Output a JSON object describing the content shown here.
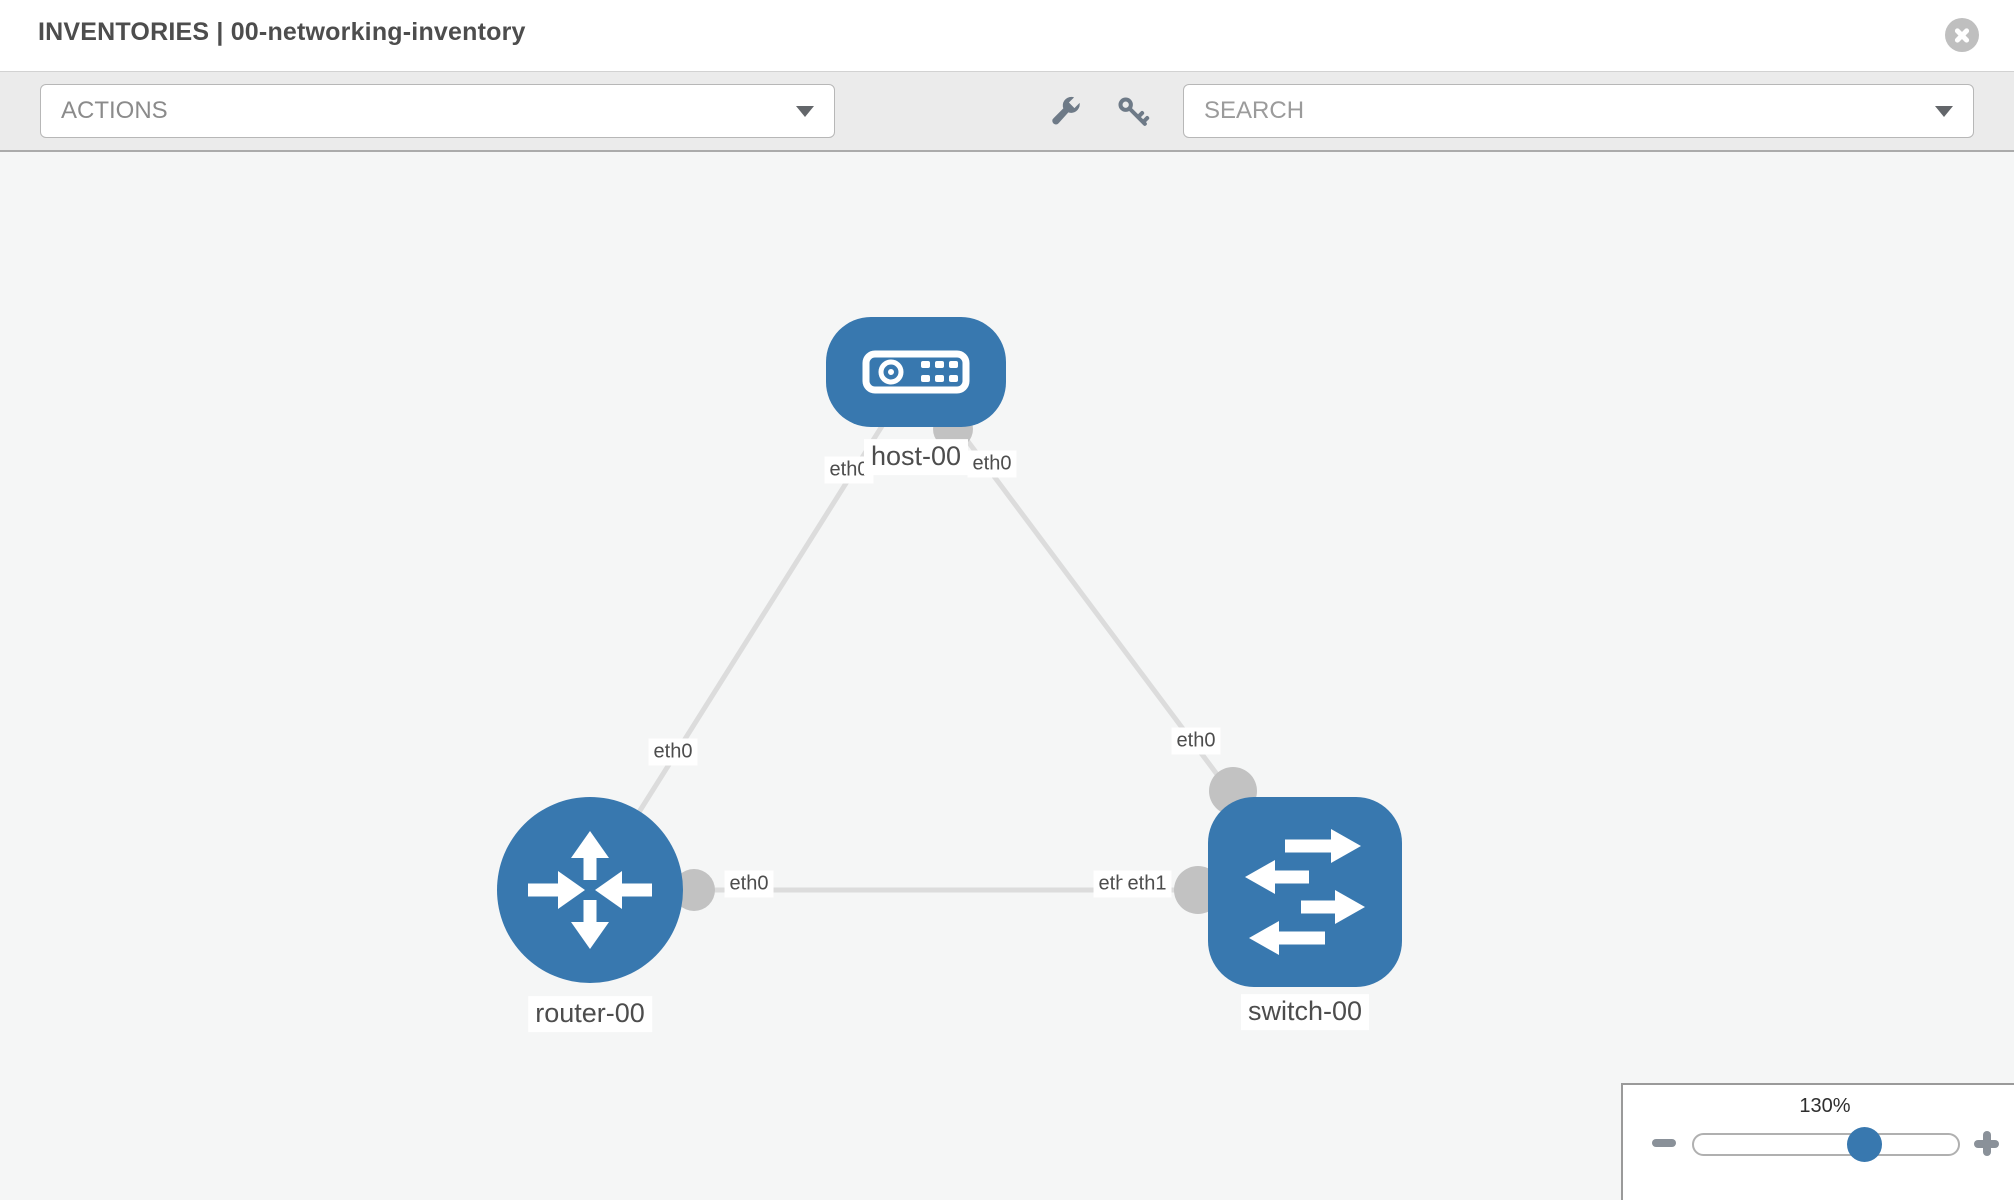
{
  "header": {
    "title": "INVENTORIES | 00-networking-inventory"
  },
  "toolbar": {
    "actions_label": "ACTIONS",
    "search_placeholder": "SEARCH"
  },
  "topology": {
    "nodes": [
      {
        "label": "host-00",
        "type": "host"
      },
      {
        "label": "router-00",
        "type": "router"
      },
      {
        "label": "switch-00",
        "type": "switch"
      }
    ],
    "links": [
      {
        "from": "host-00",
        "to": "router-00",
        "from_interface": "eth0",
        "to_interface": "eth0"
      },
      {
        "from": "host-00",
        "to": "switch-00",
        "from_interface": "eth0",
        "to_interface": "eth0"
      },
      {
        "from": "router-00",
        "to": "switch-00",
        "from_interface": "eth0",
        "to_interface": "eth1",
        "to_interface_overlapped": "eth0"
      }
    ]
  },
  "zoom_control": {
    "level": "130%"
  },
  "icons": {
    "close": "close-icon",
    "wrench": "wrench-icon",
    "key": "key-icon",
    "actions_dropdown": "chevron-down-icon",
    "search_dropdown": "chevron-down-icon",
    "zoom_out": "minus-icon",
    "zoom_in": "plus-icon"
  },
  "colors": {
    "node_blue": "#3878af",
    "link_gray": "#dcdcdc",
    "port_gray": "#c2c2c2",
    "canvas_bg": "#f5f6f6",
    "toolbar_bg": "#ebebeb"
  }
}
